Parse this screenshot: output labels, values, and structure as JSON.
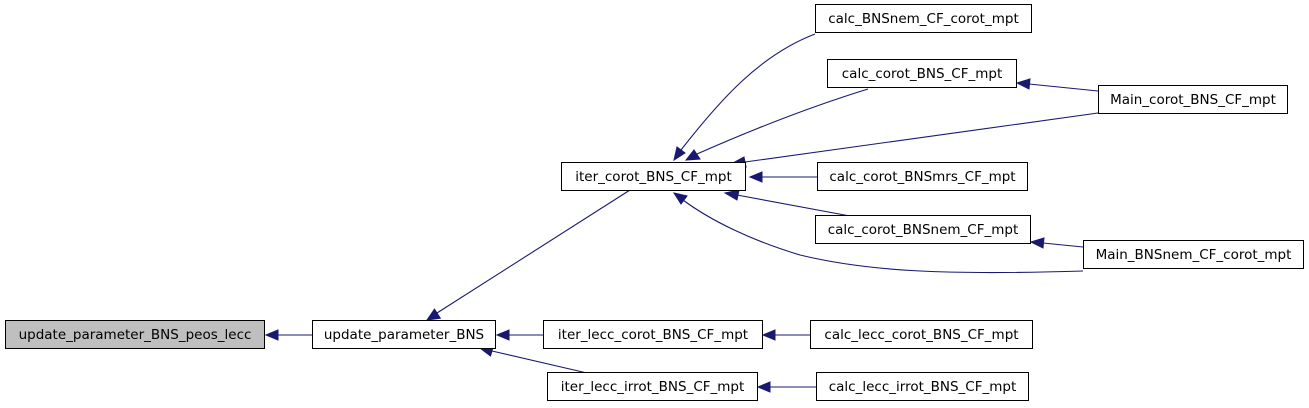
{
  "graph": {
    "nodes": {
      "update_parameter_BNS_peos_lecc": "update_parameter_BNS_peos_lecc",
      "update_parameter_BNS": "update_parameter_BNS",
      "iter_corot_BNS_CF_mpt": "iter_corot_BNS_CF_mpt",
      "iter_lecc_corot_BNS_CF_mpt": "iter_lecc_corot_BNS_CF_mpt",
      "iter_lecc_irrot_BNS_CF_mpt": "iter_lecc_irrot_BNS_CF_mpt",
      "calc_BNSnem_CF_corot_mpt": "calc_BNSnem_CF_corot_mpt",
      "calc_corot_BNS_CF_mpt": "calc_corot_BNS_CF_mpt",
      "calc_corot_BNSmrs_CF_mpt": "calc_corot_BNSmrs_CF_mpt",
      "calc_corot_BNSnem_CF_mpt": "calc_corot_BNSnem_CF_mpt",
      "calc_lecc_corot_BNS_CF_mpt": "calc_lecc_corot_BNS_CF_mpt",
      "calc_lecc_irrot_BNS_CF_mpt": "calc_lecc_irrot_BNS_CF_mpt",
      "Main_corot_BNS_CF_mpt": "Main_corot_BNS_CF_mpt",
      "Main_BNSnem_CF_corot_mpt": "Main_BNSnem_CF_corot_mpt"
    },
    "colors": {
      "edge": "#191970",
      "root_fill": "#bfbfbf",
      "node_fill": "#ffffff"
    }
  }
}
